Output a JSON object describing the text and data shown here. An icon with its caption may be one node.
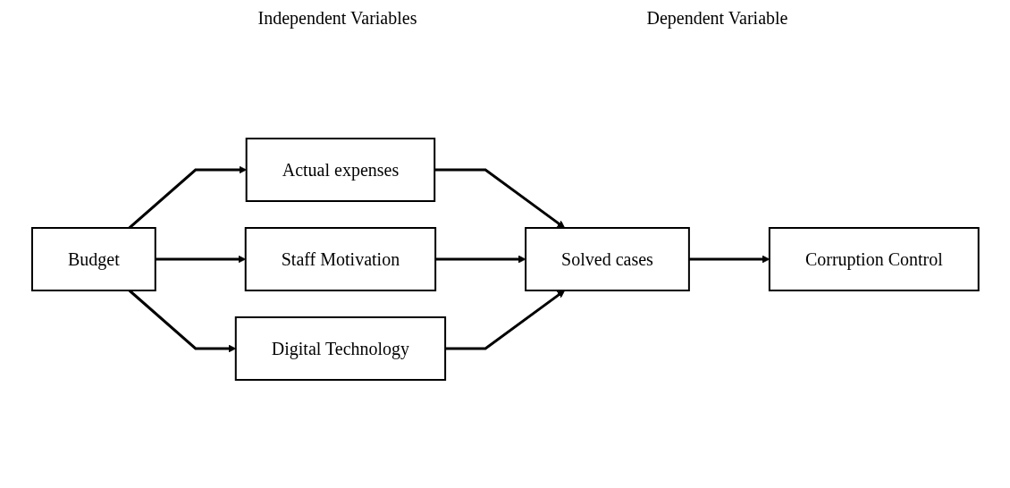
{
  "diagram": {
    "nodes": [
      {
        "text": [
          "Budget"
        ]
      },
      {
        "text": [
          "Actual expenses"
        ]
      },
      {
        "text": [
          "Staff Motivation"
        ]
      },
      {
        "text": [
          "Digital Technology"
        ]
      },
      {
        "text": [
          "Solved cases"
        ]
      },
      {
        "text": [
          "Corruption Control"
        ]
      }
    ],
    "edges": [
      {
        "from": 0,
        "to": 1,
        "arrow": "to"
      },
      {
        "from": 0,
        "to": 2,
        "arrow": "to"
      },
      {
        "from": 0,
        "to": 3,
        "arrow": "to"
      },
      {
        "from": 1,
        "to": 4,
        "arrow": "to"
      },
      {
        "from": 2,
        "to": 4,
        "arrow": "to"
      },
      {
        "from": 3,
        "to": 4,
        "arrow": "to"
      },
      {
        "from": 4,
        "to": 5,
        "arrow": "to"
      }
    ],
    "labels": [
      "Independent Variables",
      "Dependent Variable"
    ]
  }
}
